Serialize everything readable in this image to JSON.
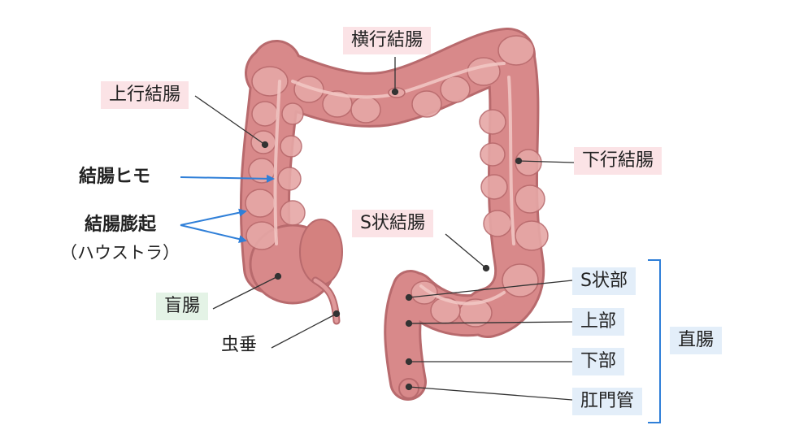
{
  "labels": {
    "transverse_colon": "横行結腸",
    "ascending_colon": "上行結腸",
    "descending_colon": "下行結腸",
    "sigmoid_colon": "S状結腸",
    "taeniae_coli": "結腸ヒモ",
    "haustra": "結腸膨起",
    "haustra_sub": "（ハウストラ）",
    "cecum": "盲腸",
    "appendix": "虫垂",
    "rectum": "直腸",
    "rectosigmoid": "S状部",
    "upper_rectum": "上部",
    "lower_rectum": "下部",
    "anal_canal": "肛門管"
  },
  "colors": {
    "organ_fill": "#d8898a",
    "organ_dark": "#b86a6d",
    "organ_light": "#eab3b0",
    "leader_line": "#333333",
    "arrow": "#2f7fd8",
    "bracket": "#2f7fd8",
    "label_pink_bg": "#fbe3e6",
    "label_green_bg": "#e4f3e6",
    "label_blue_bg": "#e3eef9"
  }
}
